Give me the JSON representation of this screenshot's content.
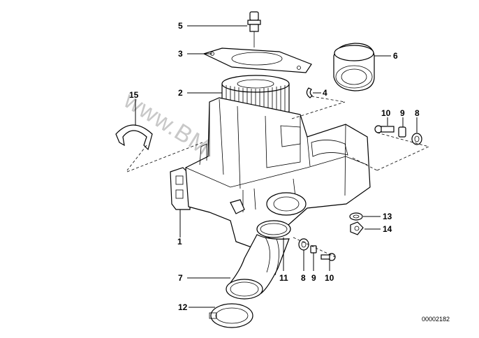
{
  "diagram": {
    "watermark": "www.BMW-store.pl",
    "drawing_code": "00002182",
    "callouts": [
      {
        "id": "c5",
        "text": "5"
      },
      {
        "id": "c3",
        "text": "3"
      },
      {
        "id": "c2",
        "text": "2"
      },
      {
        "id": "c15",
        "text": "15"
      },
      {
        "id": "c4",
        "text": "4"
      },
      {
        "id": "c6",
        "text": "6"
      },
      {
        "id": "c10a",
        "text": "10"
      },
      {
        "id": "c9a",
        "text": "9"
      },
      {
        "id": "c8a",
        "text": "8"
      },
      {
        "id": "c13",
        "text": "13"
      },
      {
        "id": "c14",
        "text": "14"
      },
      {
        "id": "c1",
        "text": "1"
      },
      {
        "id": "c7",
        "text": "7"
      },
      {
        "id": "c11",
        "text": "11"
      },
      {
        "id": "c8b",
        "text": "8"
      },
      {
        "id": "c9b",
        "text": "9"
      },
      {
        "id": "c10b",
        "text": "10"
      },
      {
        "id": "c12",
        "text": "12"
      }
    ]
  }
}
